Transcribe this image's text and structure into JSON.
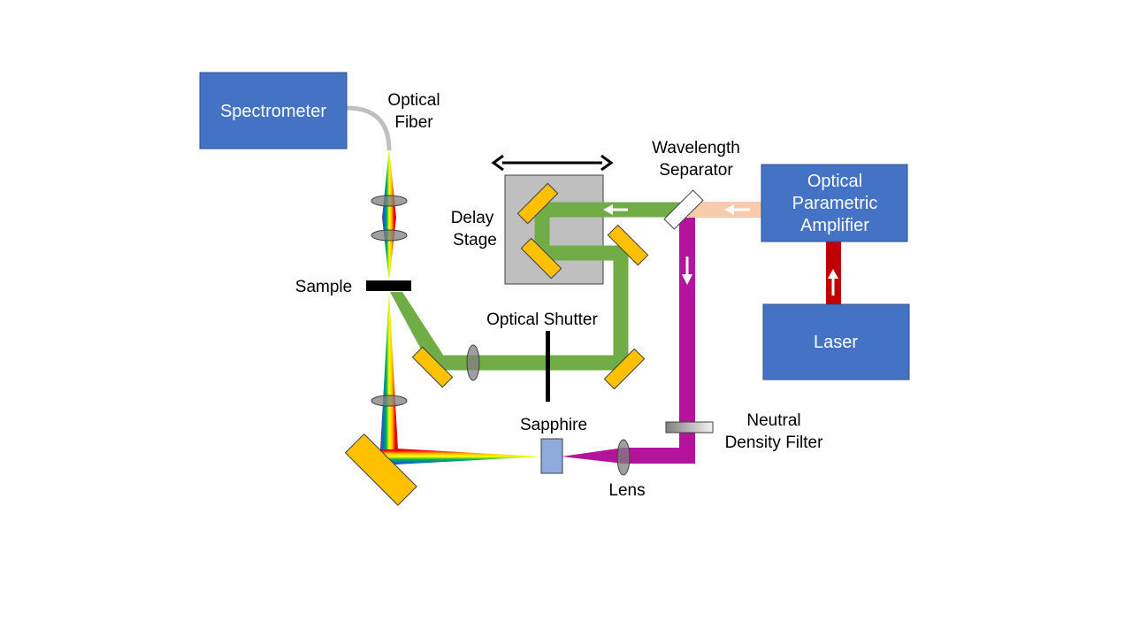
{
  "boxes": {
    "spectrometer": "Spectrometer",
    "opa_line1": "Optical",
    "opa_line2": "Parametric",
    "opa_line3": "Amplifier",
    "laser": "Laser"
  },
  "labels": {
    "optical_fiber_1": "Optical",
    "optical_fiber_2": "Fiber",
    "wavelength_sep_1": "Wavelength",
    "wavelength_sep_2": "Separator",
    "delay_1": "Delay",
    "delay_2": "Stage",
    "sample": "Sample",
    "optical_shutter": "Optical Shutter",
    "sapphire": "Sapphire",
    "lens": "Lens",
    "nd_1": "Neutral",
    "nd_2": "Density Filter"
  },
  "colors": {
    "box_fill": "#4472c4",
    "box_stroke": "#2f528f",
    "pump_green": "#70ad47",
    "probe_magenta": "#b4149b",
    "opa_beam": "#f8cbad",
    "laser_beam": "#c00000",
    "mirror": "#ffc000",
    "delay_stage": "#bfbfbf",
    "sapphire": "#8faadc",
    "lens": "#7f7f7f",
    "fiber": "#bfbfbf"
  }
}
